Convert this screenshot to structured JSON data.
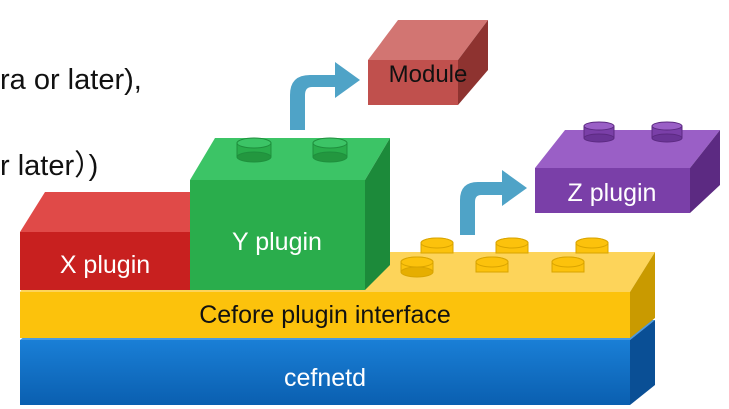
{
  "text_fragments": {
    "line1": "ra or later),",
    "line2": "r later）)"
  },
  "blocks": {
    "cefnetd": "cefnetd",
    "interface": "Cefore plugin interface",
    "x_plugin": "X plugin",
    "y_plugin": "Y plugin",
    "z_plugin": "Z plugin",
    "module": "Module"
  },
  "colors": {
    "blue": "#0f6fc6",
    "gold": "#fcc20c",
    "red": "#c8201f",
    "green": "#2aad4c",
    "purple": "#7a3fa8",
    "brick": "#c0504d",
    "arrow": "#4fa3c7"
  }
}
